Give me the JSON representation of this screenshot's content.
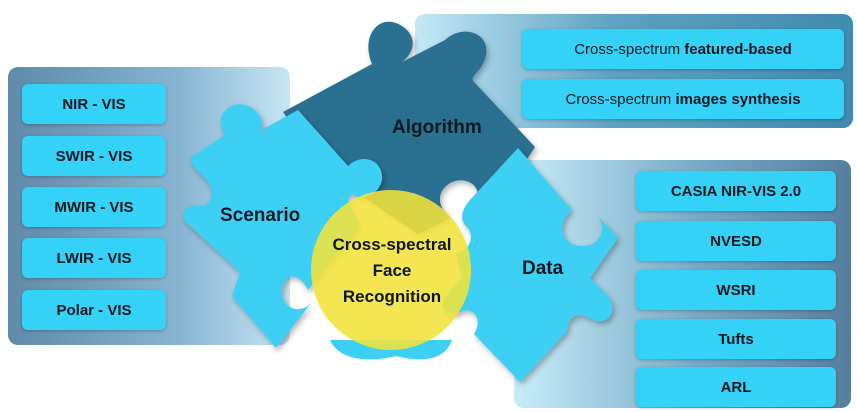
{
  "colors": {
    "puzzle_light": "#3cd0f4",
    "puzzle_dark": "#2a7090",
    "center_circle": "#f3e23a",
    "pill": "#35d2f7"
  },
  "center": {
    "line1": "Cross-spectral",
    "line2": "Face",
    "line3": "Recognition"
  },
  "pieces": {
    "algorithm": "Algorithm",
    "scenario": "Scenario",
    "data": "Data"
  },
  "scenarios": [
    "NIR - VIS",
    "SWIR - VIS",
    "MWIR - VIS",
    "LWIR - VIS",
    "Polar - VIS"
  ],
  "algorithms": [
    {
      "prefix": "Cross-spectrum ",
      "bold": "featured-based"
    },
    {
      "prefix": "Cross-spectrum ",
      "bold": "images synthesis"
    }
  ],
  "datasets": [
    "CASIA NIR-VIS 2.0",
    "NVESD",
    "WSRI",
    "Tufts",
    "ARL"
  ]
}
